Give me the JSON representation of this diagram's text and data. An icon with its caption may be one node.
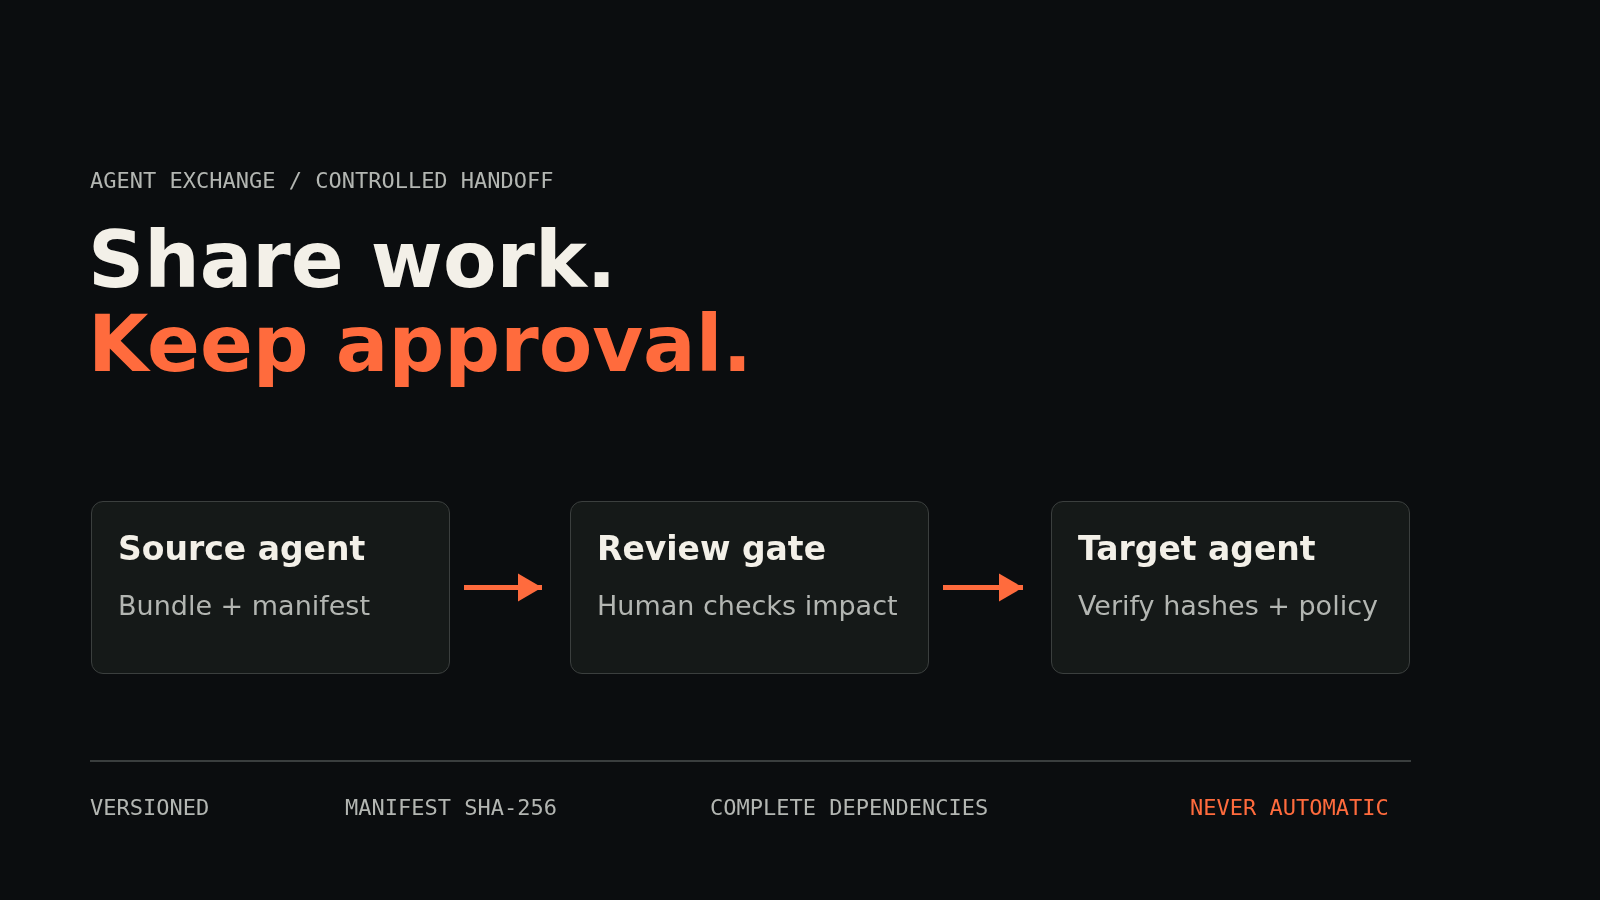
{
  "diagram": {
    "nodes": [
      {
        "text": [
          "Source agent",
          "Bundle + manifest"
        ]
      },
      {
        "text": [
          "Review gate",
          "Human checks impact"
        ]
      },
      {
        "text": [
          "Target agent",
          "Verify hashes + policy"
        ]
      }
    ],
    "edges": [
      {
        "from": 0,
        "to": 1,
        "arrow": "to"
      },
      {
        "from": 1,
        "to": 2,
        "arrow": "to"
      }
    ],
    "labels": [
      "AGENT EXCHANGE / CONTROLLED HANDOFF",
      "Share work.",
      "Keep approval.",
      "VERSIONED",
      "MANIFEST SHA-256",
      "COMPLETE DEPENDENCIES",
      "NEVER AUTOMATIC"
    ]
  }
}
